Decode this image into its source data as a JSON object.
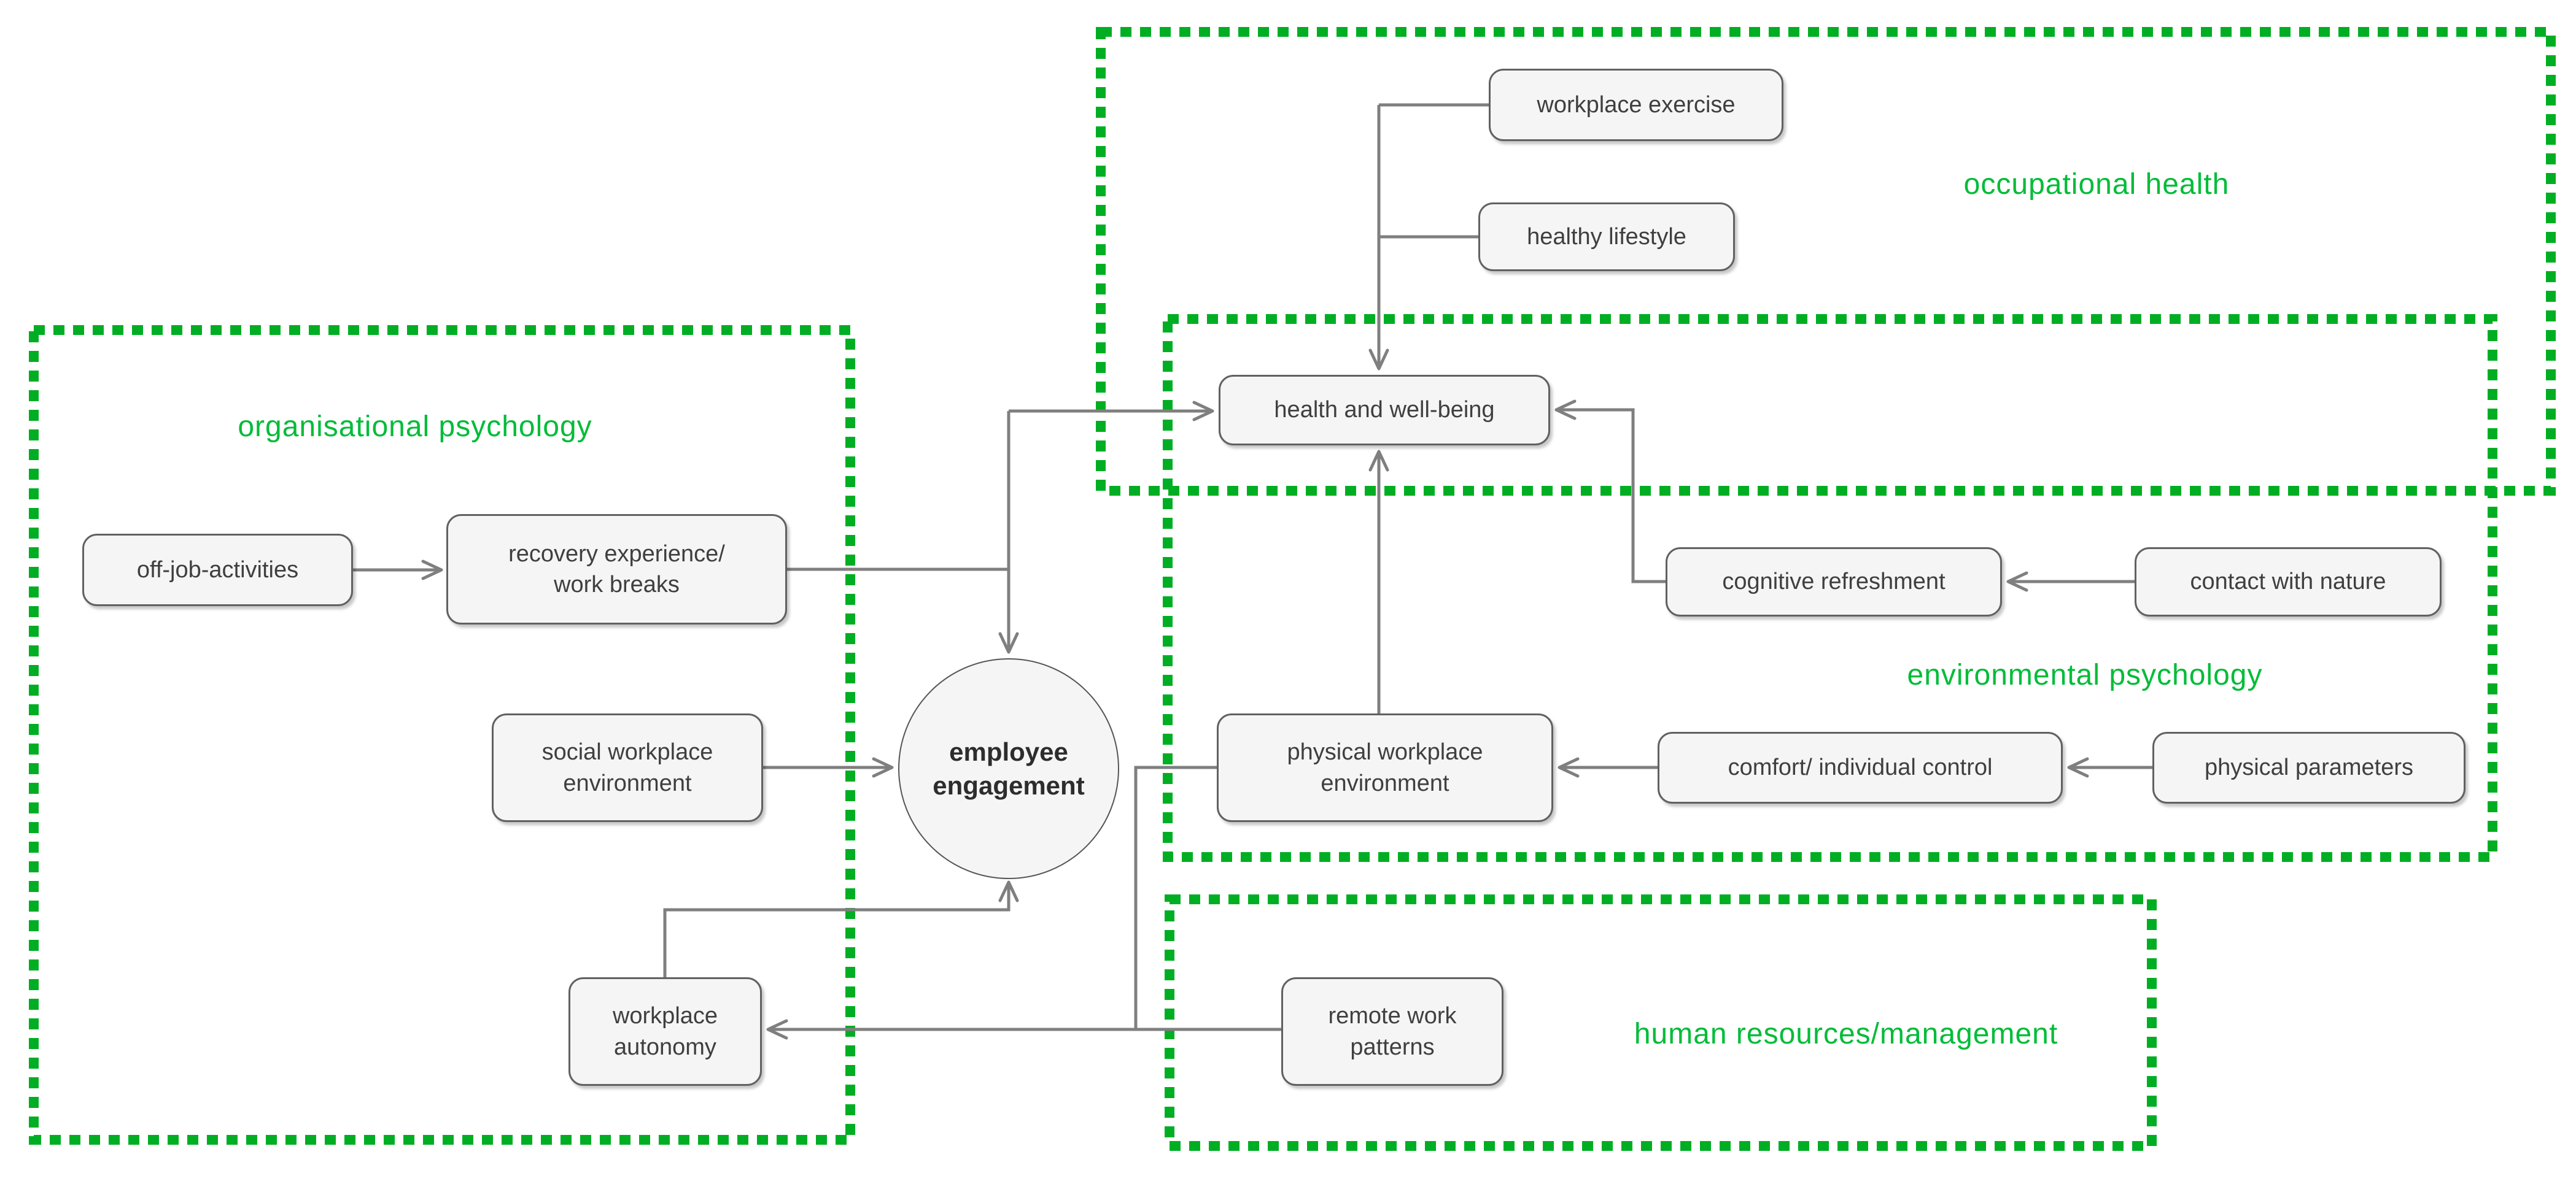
{
  "diagram_type": "concept-map",
  "groups": {
    "organisational_psychology": {
      "label": "organisational psychology"
    },
    "occupational_health": {
      "label": "occupational health"
    },
    "environmental_psychology": {
      "label": "environmental psychology"
    },
    "human_resources_management": {
      "label": "human resources/management"
    }
  },
  "nodes": {
    "off_job_activities": {
      "label": "off-job-activities"
    },
    "recovery_experience": {
      "label": "recovery experience/\nwork breaks"
    },
    "social_workplace_environment": {
      "label": "social workplace\nenvironment"
    },
    "workplace_autonomy": {
      "label": "workplace\nautonomy"
    },
    "employee_engagement": {
      "label": "employee\nengagement"
    },
    "workplace_exercise": {
      "label": "workplace exercise"
    },
    "healthy_lifestyle": {
      "label": "healthy lifestyle"
    },
    "health_and_wellbeing": {
      "label": "health and well-being"
    },
    "cognitive_refreshment": {
      "label": "cognitive refreshment"
    },
    "contact_with_nature": {
      "label": "contact with nature"
    },
    "physical_workplace_environment": {
      "label": "physical workplace\nenvironment"
    },
    "comfort_individual_control": {
      "label": "comfort/ individual control"
    },
    "physical_parameters": {
      "label": "physical parameters"
    },
    "remote_work_patterns": {
      "label": "remote work\npatterns"
    }
  },
  "colors": {
    "group-green": "#00ae23",
    "group-label-green": "#00bc38",
    "edge-gray": "#7f7f7f",
    "node-fill": "#f5f5f5",
    "node-border": "#616161",
    "node-text": "#3f3f3f"
  }
}
